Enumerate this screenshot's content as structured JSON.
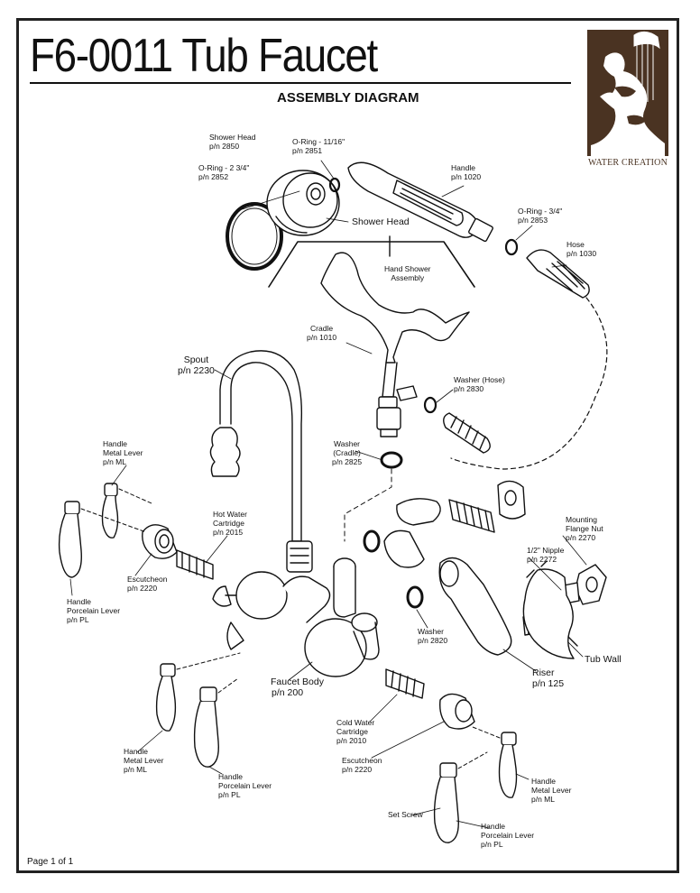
{
  "header": {
    "title": "F6-0011 Tub Faucet",
    "subtitle": "ASSEMBLY DIAGRAM",
    "brand": "WATER CREATION"
  },
  "footer": {
    "page": "Page 1 of 1"
  },
  "parts": {
    "shower_head": [
      "Shower Head",
      "p/n 2850"
    ],
    "oring_1116": [
      "O-Ring - 11/16\"",
      "p/n 2851"
    ],
    "oring_234": [
      "O-Ring - 2 3/4\"",
      "p/n 2852"
    ],
    "handle_1020": [
      "Handle",
      "p/n 1020"
    ],
    "oring_34": [
      "O-Ring - 3/4\"",
      "p/n 2853"
    ],
    "hose": [
      "Hose",
      "p/n 1030"
    ],
    "shower_head_callout": "Shower Head",
    "hand_shower_assembly": [
      "Hand Shower",
      "Assembly"
    ],
    "cradle": [
      "Cradle",
      "p/n 1010"
    ],
    "spout": [
      "Spout",
      "p/n 2230"
    ],
    "washer_hose": [
      "Washer (Hose)",
      "p/n 2830"
    ],
    "washer_cradle": [
      "Washer",
      "(Cradle)",
      "p/n 2825"
    ],
    "handle_metal_top": [
      "Handle",
      "Metal Lever",
      "p/n ML"
    ],
    "hot_cartridge": [
      "Hot Water",
      "Cartridge",
      "p/n 2015"
    ],
    "mounting_nut": [
      "Mounting",
      "Flange Nut",
      "p/n 2270"
    ],
    "escutcheon_left": [
      "Escutcheon",
      "p/n 2220"
    ],
    "nipple": [
      "1/2\" Nipple",
      "p/n 2272"
    ],
    "handle_porcelain_left": [
      "Handle",
      "Porcelain Lever",
      "p/n PL"
    ],
    "washer_2820": [
      "Washer",
      "p/n 2820"
    ],
    "tub_wall": "Tub Wall",
    "riser": [
      "Riser",
      "p/n 125"
    ],
    "faucet_body": [
      "Faucet Body",
      "p/n 200"
    ],
    "cold_cartridge": [
      "Cold Water",
      "Cartridge",
      "p/n 2010"
    ],
    "escutcheon_right": [
      "Escutcheon",
      "p/n 2220"
    ],
    "handle_metal_lower_left": [
      "Handle",
      "Metal Lever",
      "p/n ML"
    ],
    "handle_porcelain_lower_left": [
      "Handle",
      "Porcelain Lever",
      "p/n PL"
    ],
    "handle_metal_lower_right": [
      "Handle",
      "Metal Lever",
      "p/n ML"
    ],
    "set_screw": "Set Screw",
    "handle_porcelain_lower_right": [
      "Handle",
      "Porcelain Lever",
      "p/n PL"
    ]
  },
  "colors": {
    "line": "#111111",
    "logo": "#4a3322",
    "fill": "#ffffff"
  }
}
